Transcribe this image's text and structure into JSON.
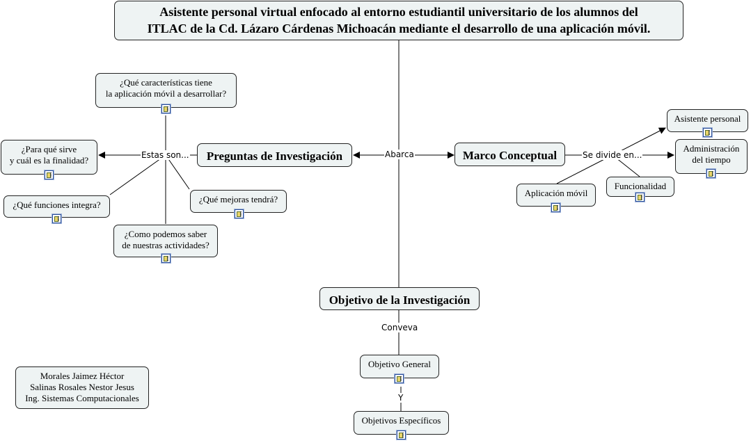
{
  "title": "Asistente personal virtual enfocado al entorno estudiantil universitario de los alumnos del ITLAC de la Cd. Lázaro Cárdenas Michoacán mediante el desarrollo de una aplicación móvil.",
  "title_lines": [
    "Asistente personal virtual enfocado al entorno estudiantil universitario de los alumnos del",
    "ITLAC de la Cd. Lázaro Cárdenas Michoacán mediante el desarrollo de una aplicación móvil."
  ],
  "nodes": {
    "preguntas": "Preguntas de Investigación",
    "marco": "Marco Conceptual",
    "objetivo": "Objetivo de la Investigación",
    "q_caracteristicas": [
      "¿Qué características tiene",
      "la aplicación móvil a desarrollar?"
    ],
    "q_para_que": [
      "¿Para qué sirve",
      "y cuál es la finalidad?"
    ],
    "q_funciones": "¿Qué funciones integra?",
    "q_mejoras": "¿Qué mejoras tendrá?",
    "q_como": [
      "¿Como podemos saber",
      "de nuestras actividades?"
    ],
    "asistente": "Asistente personal",
    "administracion": [
      "Administración",
      "del tiempo"
    ],
    "aplicacion": "Aplicación móvil",
    "funcionalidad": "Funcionalidad",
    "obj_general": "Objetivo General",
    "obj_especificos": "Objetivos Específicos"
  },
  "link_labels": {
    "abarca": "Abarca",
    "estas_son": "Estas son...",
    "se_divide": "Se divide en...",
    "conveva": "Conveva",
    "y": "Y"
  },
  "credits": [
    "Morales Jaimez Héctor",
    "Salinas Rosales Nestor Jesus",
    "Ing. Sistemas Computacionales"
  ],
  "resource_icon": "document-icon",
  "colors": {
    "node_fill": "#eef3f3",
    "node_border": "#222222",
    "line": "#000000",
    "icon_border": "#2a4f9a"
  }
}
